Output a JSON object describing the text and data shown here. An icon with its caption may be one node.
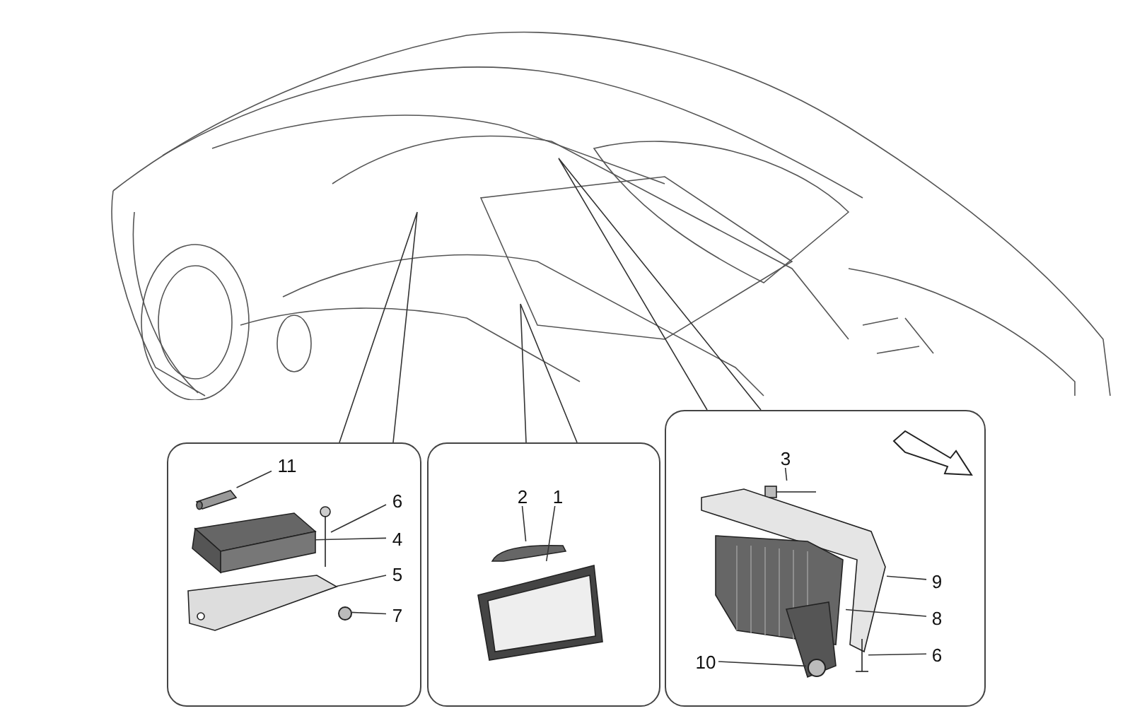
{
  "diagram": {
    "nodes": [
      {
        "text": [],
        "shape": "picture"
      },
      {
        "text": [],
        "shape": "box"
      },
      {
        "text": [],
        "shape": "box"
      },
      {
        "text": [],
        "shape": "box"
      },
      {
        "text": [],
        "shape": "picture",
        "in": 1
      },
      {
        "text": [],
        "shape": "picture",
        "in": 1
      },
      {
        "text": [],
        "shape": "picture",
        "in": 1
      },
      {
        "text": [],
        "shape": "picture",
        "in": 1
      },
      {
        "text": [],
        "shape": "circle",
        "in": 1
      },
      {
        "text": [],
        "shape": "picture",
        "in": 2
      },
      {
        "text": [],
        "shape": "picture",
        "in": 2
      },
      {
        "text": [],
        "shape": "picture",
        "in": 3
      },
      {
        "text": [],
        "shape": "picture",
        "in": 3
      },
      {
        "text": [],
        "shape": "picture",
        "in": 3
      },
      {
        "text": [],
        "shape": "circle",
        "in": 3
      },
      {
        "text": [],
        "shape": "picture",
        "in": 3
      },
      {
        "text": [
          "11"
        ],
        "in": 1
      },
      {
        "text": [
          "6"
        ],
        "in": 1
      },
      {
        "text": [
          "4"
        ],
        "in": 1
      },
      {
        "text": [
          "5"
        ],
        "in": 1
      },
      {
        "text": [
          "7"
        ],
        "in": 1
      },
      {
        "text": [
          "2"
        ],
        "in": 2
      },
      {
        "text": [
          "1"
        ],
        "in": 2
      },
      {
        "text": [
          "3"
        ],
        "in": 3
      },
      {
        "text": [
          "9"
        ],
        "in": 3
      },
      {
        "text": [
          "8"
        ],
        "in": 3
      },
      {
        "text": [
          "10"
        ],
        "in": 3
      },
      {
        "text": [
          "6"
        ],
        "in": 3
      }
    ],
    "edges": [
      {
        "from": 1,
        "to": 0,
        "arrow": "none"
      },
      {
        "from": 2,
        "to": 0,
        "arrow": "none"
      },
      {
        "from": 3,
        "to": 0,
        "arrow": "none"
      },
      {
        "from": 16,
        "to": 4,
        "arrow": "none"
      },
      {
        "from": 17,
        "to": 5,
        "arrow": "none"
      },
      {
        "from": 18,
        "to": 6,
        "arrow": "none"
      },
      {
        "from": 19,
        "to": 7,
        "arrow": "none"
      },
      {
        "from": 20,
        "to": 8,
        "arrow": "none"
      },
      {
        "from": 21,
        "to": 9,
        "arrow": "none"
      },
      {
        "from": 22,
        "to": 10,
        "arrow": "none"
      },
      {
        "from": 23,
        "to": 11,
        "arrow": "none"
      },
      {
        "from": 24,
        "to": 12,
        "arrow": "none"
      },
      {
        "from": 25,
        "to": 13,
        "arrow": "none"
      },
      {
        "from": 26,
        "to": 14,
        "arrow": "none"
      },
      {
        "from": 27,
        "to": 15,
        "arrow": "none"
      }
    ]
  }
}
